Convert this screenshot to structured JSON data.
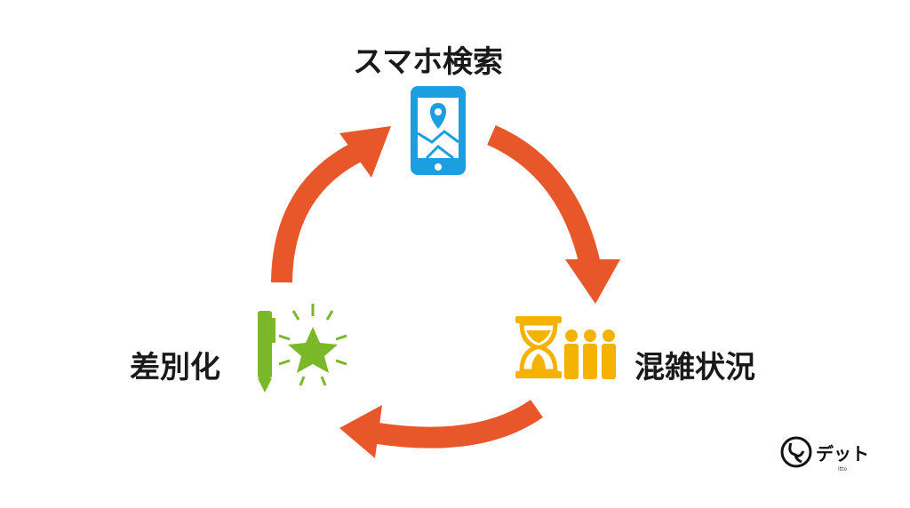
{
  "nodes": {
    "top": {
      "label": "スマホ検索",
      "icon": "smartphone-map-icon"
    },
    "right": {
      "label": "混雑状況",
      "icon": "hourglass-people-icon"
    },
    "left": {
      "label": "差別化",
      "icon": "pen-star-icon"
    }
  },
  "logo": {
    "text": "デット",
    "subtext": "itto"
  },
  "colors": {
    "arrow": "#e8572a",
    "phone": "#1b9fe0",
    "crowd": "#f5b300",
    "differ": "#7ab82a"
  }
}
